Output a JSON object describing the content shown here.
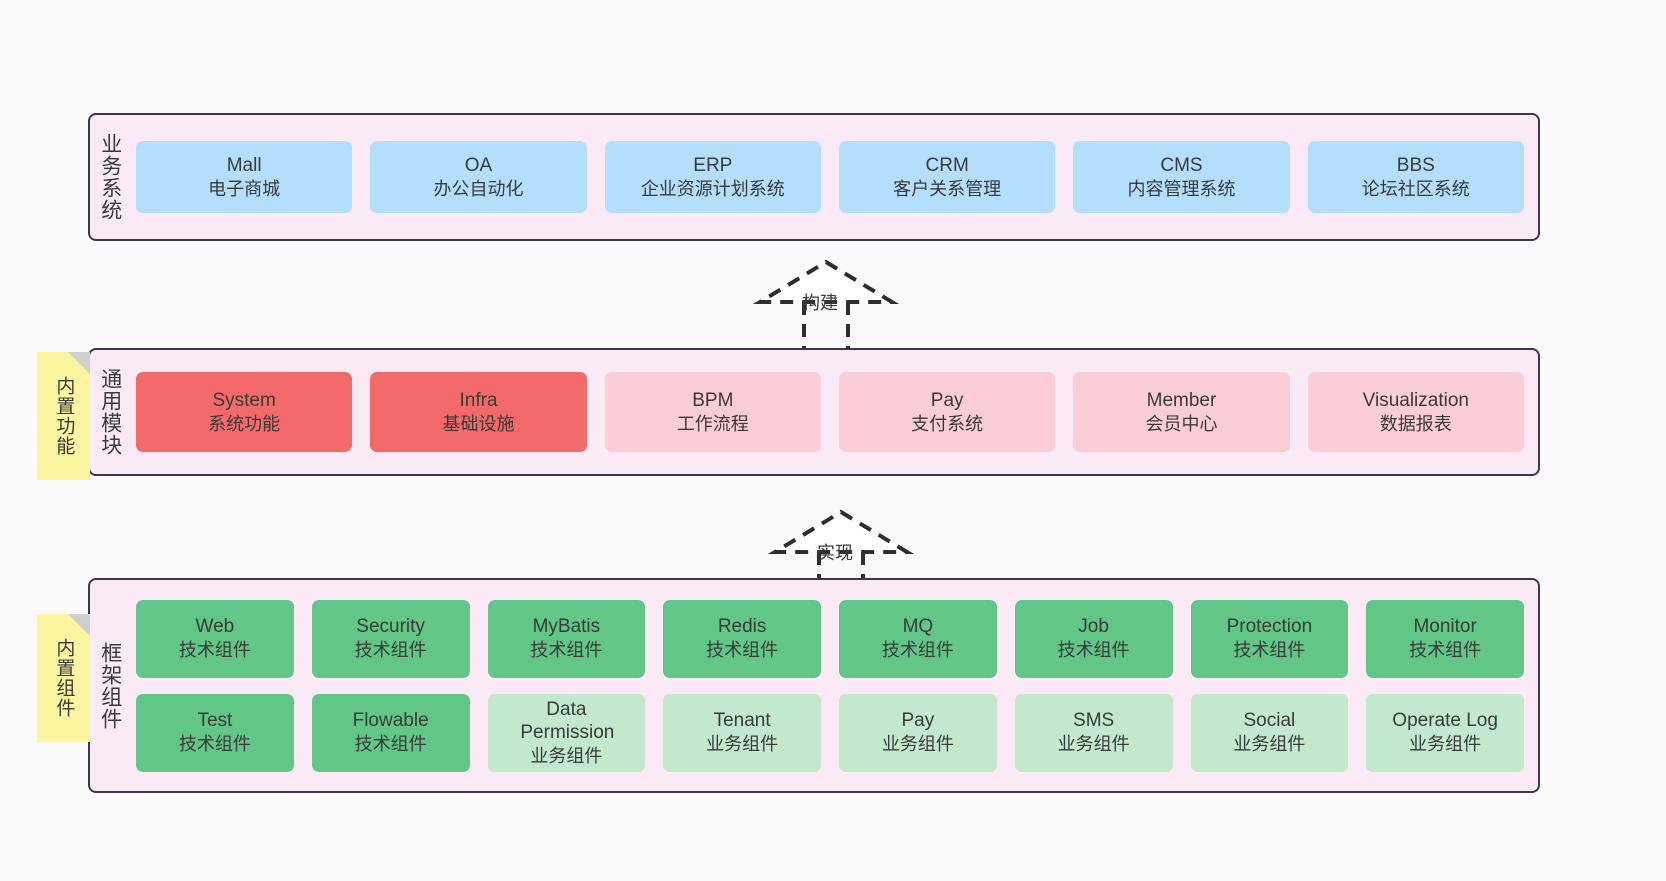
{
  "diagram": {
    "background_color": "#fafafa",
    "layer_bg_color": "#f9eaf5",
    "layer_border_color": "#3d3846",
    "note_color": "#fbf5a0",
    "colors": {
      "business": "#b3dffc",
      "module_core": "#f26a6a",
      "module_optional": "#fbcdd6",
      "component_tech": "#62c786",
      "component_business": "#c2e8cd"
    }
  },
  "notes": [
    {
      "id": "note-builtin-function",
      "label": "内置功能"
    },
    {
      "id": "note-builtin-component",
      "label": "内置组件"
    }
  ],
  "connectors": [
    {
      "id": "connector-build",
      "label": "构建",
      "style": "dashed-hollow-triangle",
      "direction": "up"
    },
    {
      "id": "connector-implement",
      "label": "实现",
      "style": "dashed-hollow-triangle",
      "direction": "up"
    }
  ],
  "layers": [
    {
      "id": "layer-business-system",
      "title": "业务系统",
      "rows": [
        {
          "cards": [
            {
              "en": "Mall",
              "cn": "电子商城",
              "color": "blue"
            },
            {
              "en": "OA",
              "cn": "办公自动化",
              "color": "blue"
            },
            {
              "en": "ERP",
              "cn": "企业资源计划系统",
              "color": "blue"
            },
            {
              "en": "CRM",
              "cn": "客户关系管理",
              "color": "blue"
            },
            {
              "en": "CMS",
              "cn": "内容管理系统",
              "color": "blue"
            },
            {
              "en": "BBS",
              "cn": "论坛社区系统",
              "color": "blue"
            }
          ]
        }
      ]
    },
    {
      "id": "layer-common-module",
      "title": "通用模块",
      "rows": [
        {
          "cards": [
            {
              "en": "System",
              "cn": "系统功能",
              "color": "red"
            },
            {
              "en": "Infra",
              "cn": "基础设施",
              "color": "red"
            },
            {
              "en": "BPM",
              "cn": "工作流程",
              "color": "pink"
            },
            {
              "en": "Pay",
              "cn": "支付系统",
              "color": "pink"
            },
            {
              "en": "Member",
              "cn": "会员中心",
              "color": "pink"
            },
            {
              "en": "Visualization",
              "cn": "数据报表",
              "color": "pink"
            }
          ]
        }
      ]
    },
    {
      "id": "layer-framework-component",
      "title": "框架组件",
      "rows": [
        {
          "cards": [
            {
              "en": "Web",
              "cn": "技术组件",
              "color": "green"
            },
            {
              "en": "Security",
              "cn": "技术组件",
              "color": "green"
            },
            {
              "en": "MyBatis",
              "cn": "技术组件",
              "color": "green"
            },
            {
              "en": "Redis",
              "cn": "技术组件",
              "color": "green"
            },
            {
              "en": "MQ",
              "cn": "技术组件",
              "color": "green"
            },
            {
              "en": "Job",
              "cn": "技术组件",
              "color": "green"
            },
            {
              "en": "Protection",
              "cn": "技术组件",
              "color": "green"
            },
            {
              "en": "Monitor",
              "cn": "技术组件",
              "color": "green"
            }
          ]
        },
        {
          "cards": [
            {
              "en": "Test",
              "cn": "技术组件",
              "color": "green"
            },
            {
              "en": "Flowable",
              "cn": "技术组件",
              "color": "green"
            },
            {
              "en": "Data Permission",
              "cn": "业务组件",
              "color": "lightgreen"
            },
            {
              "en": "Tenant",
              "cn": "业务组件",
              "color": "lightgreen"
            },
            {
              "en": "Pay",
              "cn": "业务组件",
              "color": "lightgreen"
            },
            {
              "en": "SMS",
              "cn": "业务组件",
              "color": "lightgreen"
            },
            {
              "en": "Social",
              "cn": "业务组件",
              "color": "lightgreen"
            },
            {
              "en": "Operate Log",
              "cn": "业务组件",
              "color": "lightgreen"
            }
          ]
        }
      ]
    }
  ]
}
